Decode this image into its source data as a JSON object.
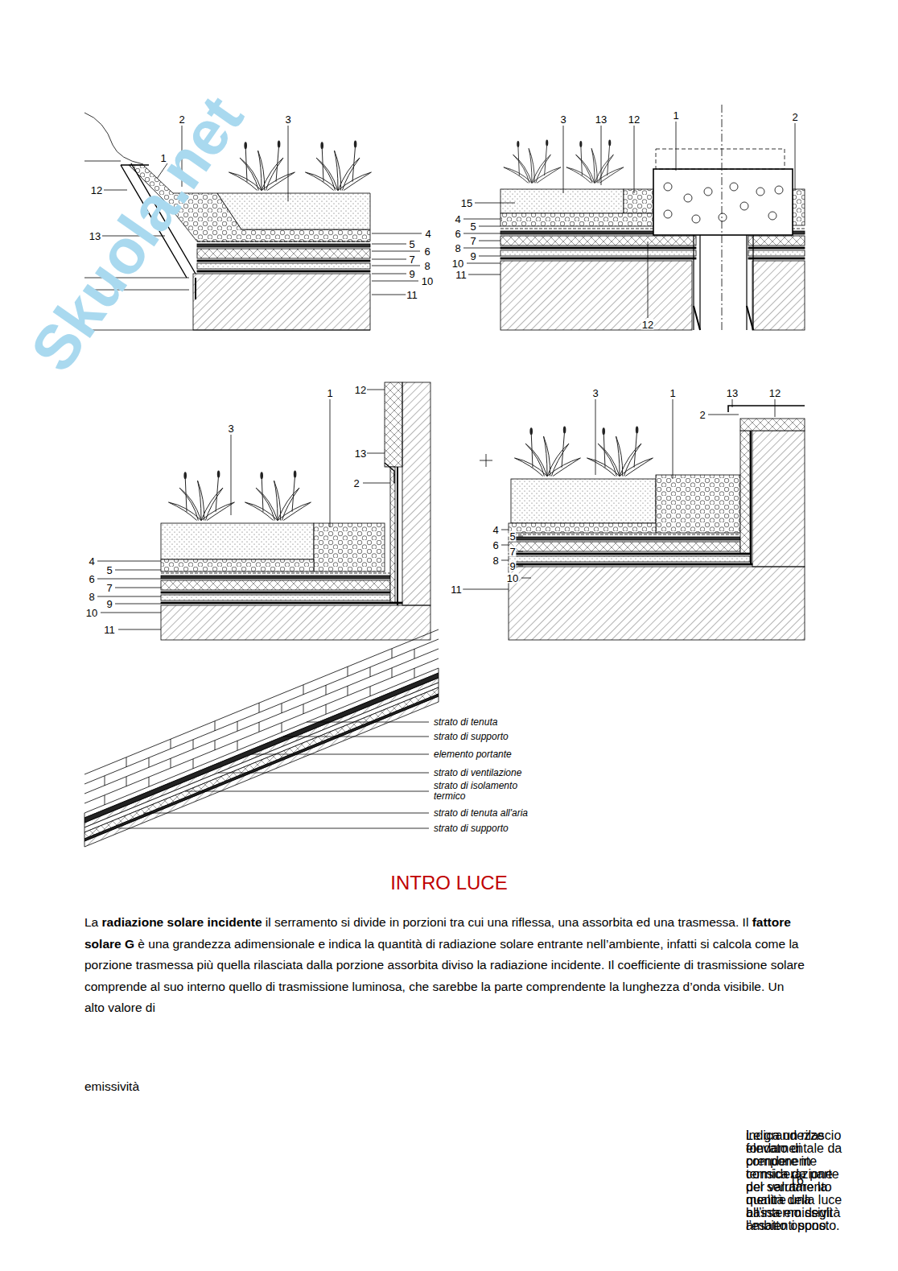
{
  "diagram": {
    "title": "INTRO LUCE",
    "labels": [
      "Skuola.net",
      "2",
      "3",
      "1",
      "12",
      "13",
      "4",
      "5",
      "6",
      "7",
      "8",
      "9",
      "10",
      "11",
      "3",
      "13",
      "12",
      "1",
      "2",
      "15",
      "4",
      "5",
      "6",
      "7",
      "8",
      "9",
      "10",
      "11",
      "12",
      "12",
      "3",
      "1",
      "13",
      "2",
      "4",
      "5",
      "6",
      "7",
      "8",
      "9",
      "10",
      "11",
      "3",
      "1",
      "13",
      "12",
      "2",
      "4",
      "5",
      "6",
      "7",
      "8",
      "9",
      "10",
      "11",
      "strato di tenuta",
      "strato di supporto",
      "elemento portante",
      "strato di ventilazione",
      "strato di isolamento termico",
      "strato di tenuta all'aria",
      "strato di supporto",
      "La ",
      "radiazione solare incidente",
      " il serramento si divide in porzioni tra cui una riflessa, una assorbita ed una trasmessa. Il ",
      "fattore solare G",
      " è una grandezza adimensionale e indica la quantità di radiazione solare entrante nell’ambiente, infatti si calcola come la porzione trasmessa più quella rilasciata dalla porzione assorbita diviso la radiazione incidente. Il coefficiente di trasmissione solare comprende al suo interno quello di trasmissione luminosa, che sarebbe la parte comprendente la lunghezza d’onda visibile. Un alto valore di ",
      "emissività",
      " indica un rilascio elevato di componente termica da parte del serramento mentre una bassa emissività l’esatto opposto.",
      "Le grandezze fondamentale da prendere in considerazione per valutare la qualità della luce all’interno degli ambienti sono:",
      "16"
    ]
  }
}
